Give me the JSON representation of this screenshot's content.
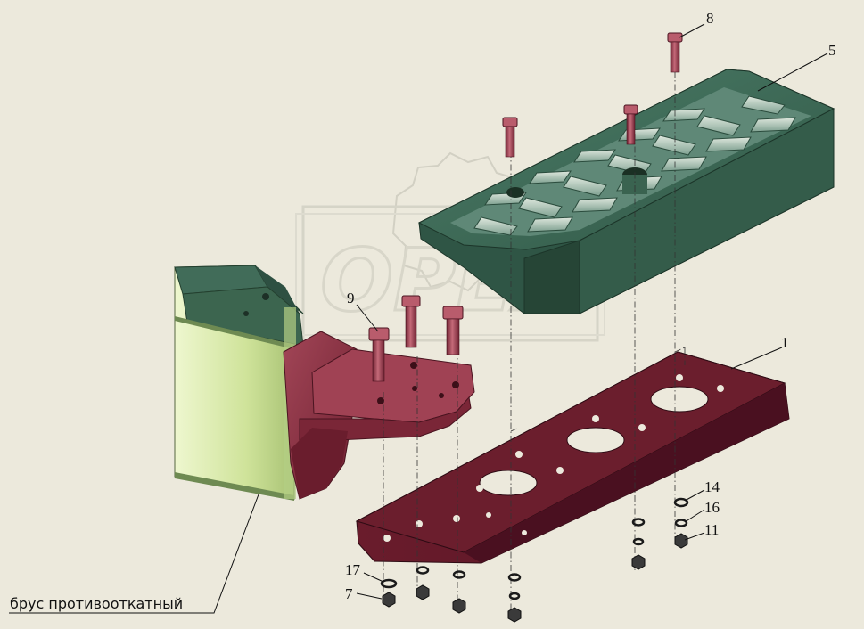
{
  "labels": {
    "part_1": "1",
    "part_5": "5",
    "part_7": "7",
    "part_8": "8",
    "part_9": "9",
    "part_11": "11",
    "part_14": "14",
    "part_16": "16",
    "part_17": "17"
  },
  "caption": "брус противооткатный",
  "watermark": "OPEX",
  "colors": {
    "background": "#ece9dc",
    "step_green": "#3f6a56",
    "beam_yellow": "#d3e6a3",
    "bracket_maroon": "#8a2a3c",
    "bolt_maroon": "#9a3b4c"
  }
}
